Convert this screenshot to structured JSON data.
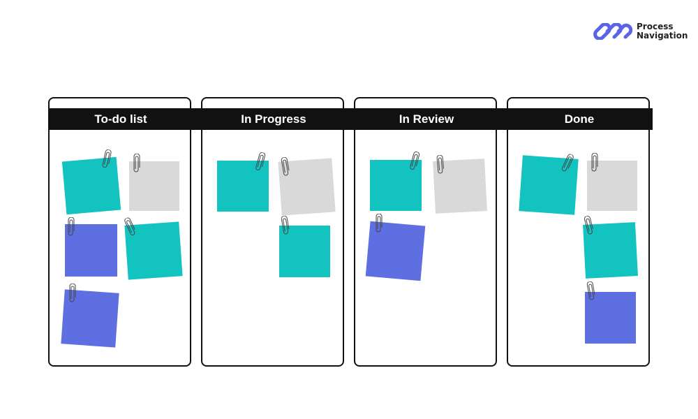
{
  "logo": {
    "line1": "Process",
    "line2": "Navigation",
    "color": "#5865e6"
  },
  "columns": [
    {
      "title": "To-do list"
    },
    {
      "title": "In Progress"
    },
    {
      "title": "In Review"
    },
    {
      "title": "Done"
    }
  ],
  "colors": {
    "teal": "#13c3c0",
    "grey": "#d9d9d9",
    "blue": "#5e6fe1"
  }
}
